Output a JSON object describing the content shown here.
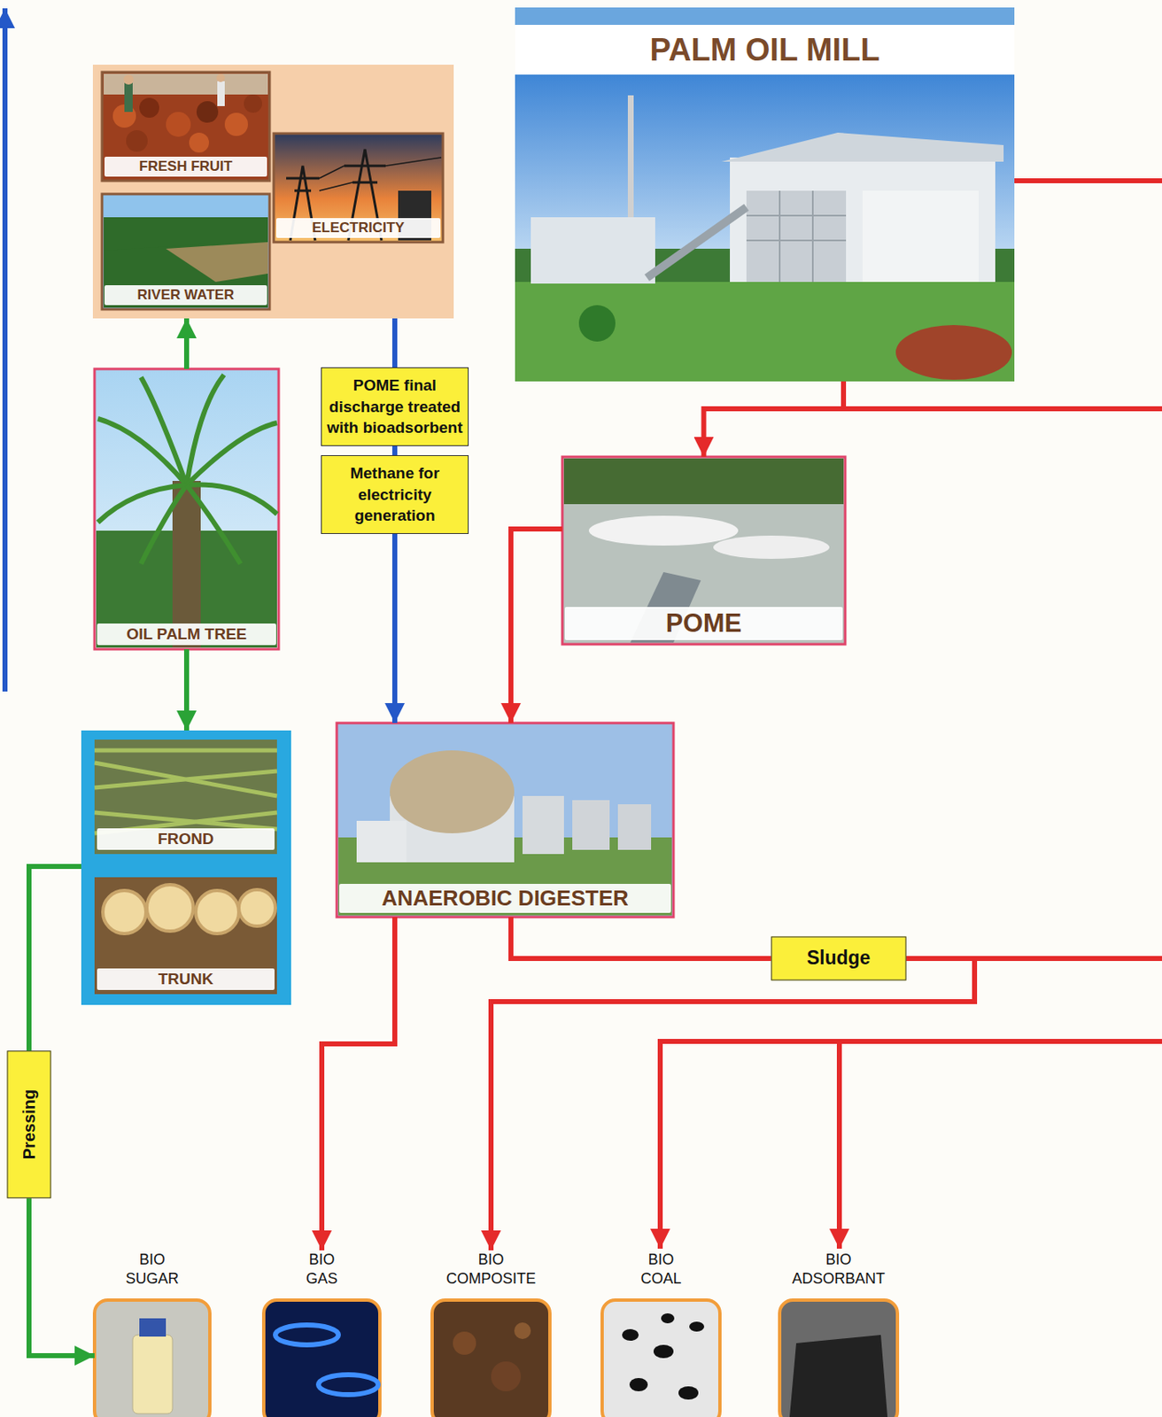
{
  "diagram": {
    "nodes": [
      {
        "text": [
          "PALM OIL MILL"
        ]
      },
      {
        "text": []
      },
      {
        "text": [
          "FRESH FRUIT"
        ],
        "in": 1
      },
      {
        "text": [
          "ELECTRICITY"
        ],
        "in": 1
      },
      {
        "text": [
          "RIVER WATER"
        ],
        "in": 1
      },
      {
        "text": [
          "OIL PALM TREE"
        ]
      },
      {
        "text": [
          "POME"
        ]
      },
      {
        "text": [
          "ANAEROBIC DIGESTER"
        ]
      },
      {
        "text": []
      },
      {
        "text": [
          "FROND"
        ],
        "in": 8
      },
      {
        "text": [
          "TRUNK"
        ],
        "in": 8
      },
      {
        "text": [
          "BIO SUGAR"
        ]
      },
      {
        "text": [
          "BIO GAS"
        ]
      },
      {
        "text": [
          "BIO COMPOSITE"
        ]
      },
      {
        "text": [
          "BIO COAL"
        ]
      },
      {
        "text": [
          "BIO ADSORBANT"
        ]
      }
    ],
    "edges": [
      {
        "from": 0,
        "to": 6,
        "arrow": "to"
      },
      {
        "from": 5,
        "to": 1,
        "arrow": "to"
      },
      {
        "from": 1,
        "to": 7,
        "label": "POME final discharge treated with bioadsorbent",
        "arrow": "to"
      },
      {
        "from": 6,
        "to": 7,
        "arrow": "to"
      },
      {
        "from": 5,
        "to": 8,
        "arrow": "to"
      },
      {
        "from": 7,
        "to": 12,
        "arrow": "to"
      },
      {
        "from": 7,
        "to": 13,
        "label": "Sludge",
        "arrow": "to"
      },
      {
        "from": 8,
        "to": 11,
        "label": "Pressing",
        "arrow": "to"
      }
    ],
    "labels": [
      "Methane for electricity generation"
    ]
  }
}
